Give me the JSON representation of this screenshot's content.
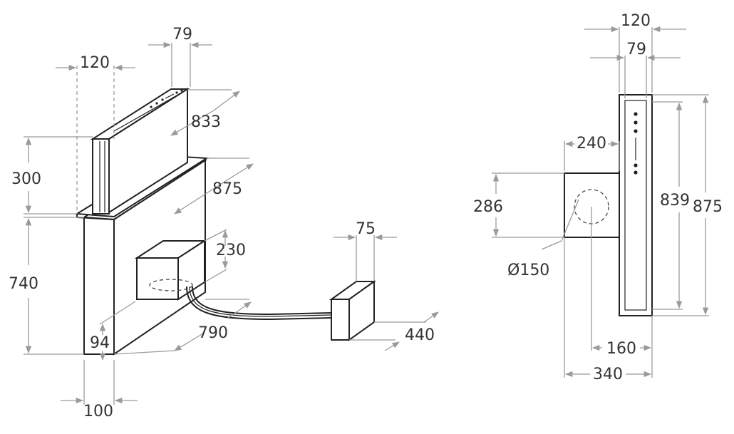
{
  "diagram": {
    "left_view": {
      "labels": {
        "width_79": "79",
        "width_120": "120",
        "depth_833": "833",
        "lift_300": "300",
        "width_875": "875",
        "motor_230": "230",
        "height_740": "740",
        "depth_790": "790",
        "base_94": "94",
        "base_100": "100",
        "box_75": "75",
        "box_440": "440"
      }
    },
    "right_view": {
      "labels": {
        "top_120": "120",
        "top_79": "79",
        "motor_240": "240",
        "motor_286": "286",
        "inner_839": "839",
        "outer_875": "875",
        "duct_diameter": "Ø150",
        "depth_160": "160",
        "depth_340": "340"
      }
    }
  }
}
